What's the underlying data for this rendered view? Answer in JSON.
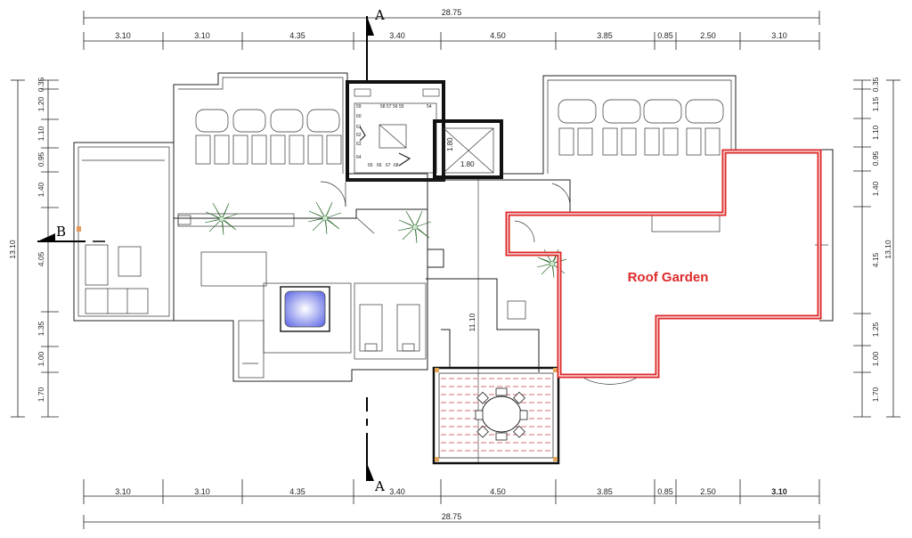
{
  "plan": {
    "colors": {
      "highlight": "#dd2a2a",
      "pool": "#6f78e8",
      "plant": "#2e8b2e",
      "deck": "#d98c8c"
    },
    "section_markers": {
      "a_top": "A",
      "a_bottom": "A",
      "b_left": "B"
    },
    "roof_garden_label": "Roof Garden",
    "dims": {
      "top_total": "28.75",
      "top": [
        "3.10",
        "3.10",
        "4.35",
        "3.40",
        "4.50",
        "3.85",
        "0.85",
        "2.50",
        "3.10"
      ],
      "bottom": [
        "3.10",
        "3.10",
        "4.35",
        "3.40",
        "4.50",
        "3.85",
        "0.85",
        "2.50",
        "3.10"
      ],
      "bottom_total": "28.75",
      "left_total": "13.10",
      "left": [
        "0.35",
        "1.20",
        "1.10",
        "0.95",
        "1.40",
        "4.05",
        "1.35",
        "1.00",
        "1.70"
      ],
      "right_total": "13.10",
      "right": [
        "0.35",
        "1.15",
        "1.10",
        "0.95",
        "1.40",
        "4.15",
        "1.25",
        "1.00",
        "1.70"
      ],
      "stair_numbers": [
        "59",
        "58",
        "57",
        "56",
        "55",
        "54",
        "60",
        "61",
        "62",
        "63",
        "64",
        "65",
        "66",
        "67",
        "68"
      ],
      "lift": "1.80",
      "lift_v": "1.80",
      "center_v": "11.10"
    }
  }
}
